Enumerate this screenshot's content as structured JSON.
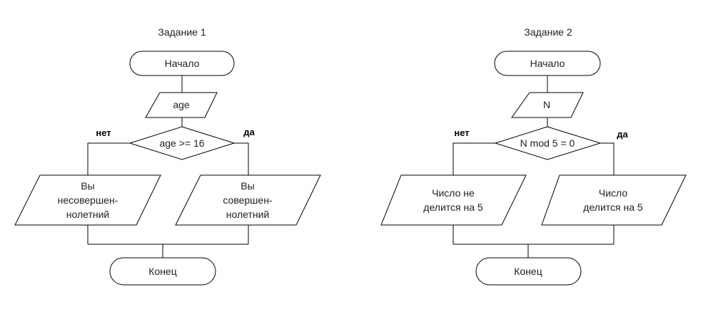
{
  "task1": {
    "title": "Задание 1",
    "start": "Начало",
    "input": "age",
    "condition": "age >= 16",
    "no_label": "нет",
    "yes_label": "да",
    "no_output": [
      "Вы",
      "несовершен-",
      "нолетний"
    ],
    "yes_output": [
      "Вы",
      "совершен-",
      "нолетний"
    ],
    "end": "Конец"
  },
  "task2": {
    "title": "Задание 2",
    "start": "Начало",
    "input": "N",
    "condition": "N mod 5 = 0",
    "no_label": "нет",
    "yes_label": "да",
    "no_output": [
      "Число не",
      "делится на 5"
    ],
    "yes_output": [
      "Число",
      "делится на 5"
    ],
    "end": "Конец"
  }
}
